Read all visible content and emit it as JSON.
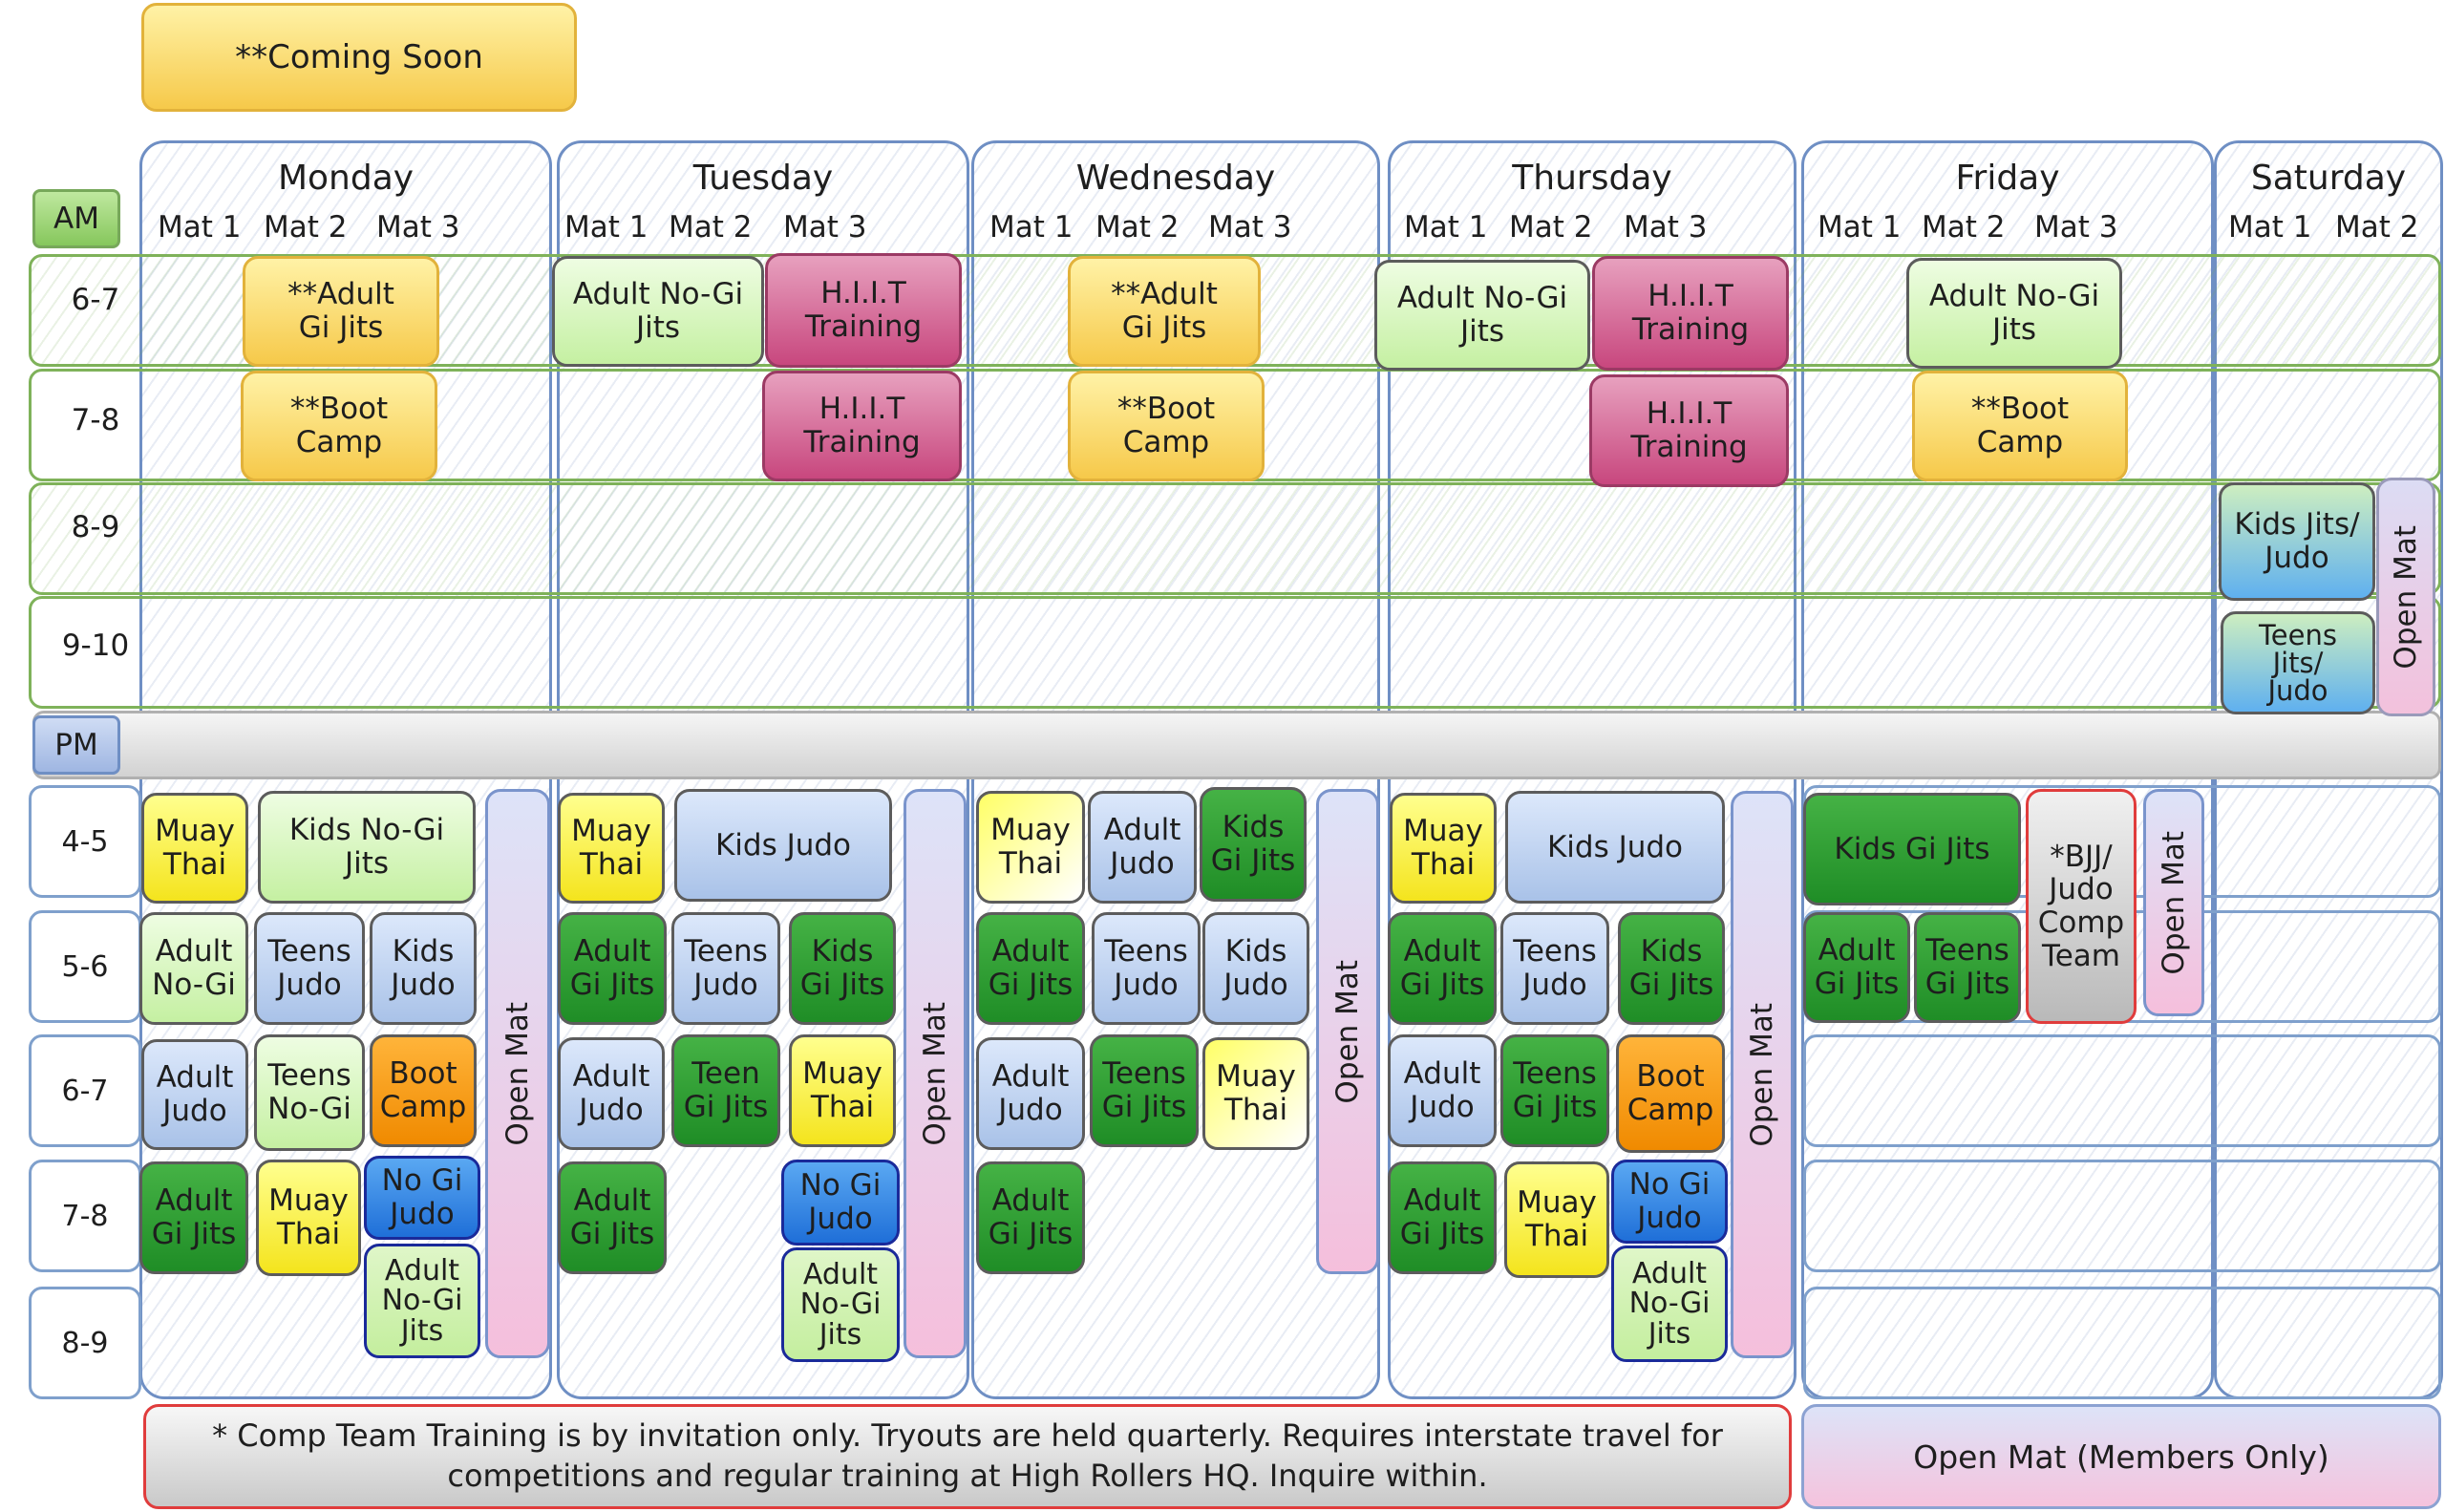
{
  "legend": {
    "coming_soon": "**Coming Soon"
  },
  "periods": {
    "am": "AM",
    "pm": "PM"
  },
  "days": [
    {
      "name": "Monday",
      "mats": [
        "Mat 1",
        "Mat 2",
        "Mat 3"
      ]
    },
    {
      "name": "Tuesday",
      "mats": [
        "Mat 1",
        "Mat 2",
        "Mat 3"
      ]
    },
    {
      "name": "Wednesday",
      "mats": [
        "Mat 1",
        "Mat 2",
        "Mat 3"
      ]
    },
    {
      "name": "Thursday",
      "mats": [
        "Mat 1",
        "Mat 2",
        "Mat 3"
      ]
    },
    {
      "name": "Friday",
      "mats": [
        "Mat 1",
        "Mat 2",
        "Mat 3"
      ]
    },
    {
      "name": "Saturday",
      "mats": [
        "Mat 1",
        "Mat 2"
      ]
    }
  ],
  "am_times": [
    "6-7",
    "7-8",
    "8-9",
    "9-10"
  ],
  "pm_times": [
    "4-5",
    "5-6",
    "6-7",
    "7-8",
    "8-9"
  ],
  "classes": {
    "adult_gi_jits_cs": "**Adult\nGi Jits",
    "boot_camp_cs": "**Boot\nCamp",
    "adult_nogi_jits": "Adult No-Gi\nJits",
    "hiit": "H.I.I.T\nTraining",
    "kids_jits_judo": "Kids Jits/\nJudo",
    "teens_jits_judo": "Teens\nJits/\nJudo",
    "open_mat": "Open Mat",
    "muay_thai": "Muay\nThai",
    "kids_nogi_jits": "Kids No-Gi\nJits",
    "kids_judo": "Kids Judo",
    "kids_judo_2": "Kids\nJudo",
    "adult_nogi": "Adult\nNo-Gi",
    "teens_judo": "Teens\nJudo",
    "adult_judo": "Adult\nJudo",
    "teens_nogi": "Teens\nNo-Gi",
    "boot_camp": "Boot\nCamp",
    "adult_gi_jits": "Adult\nGi Jits",
    "kids_gi_jits": "Kids\nGi Jits",
    "kids_gi_jits_wide": "Kids Gi Jits",
    "teen_gi_jits": "Teen\nGi Jits",
    "teens_gi_jits": "Teens\nGi Jits",
    "nogi_judo": "No Gi\nJudo",
    "adult_nogi_jits_3": "Adult\nNo-Gi\nJits",
    "bjj_comp": "*BJJ/\nJudo\nComp\nTeam"
  },
  "footer": {
    "note": "* Comp Team Training is by invitation only. Tryouts are held quarterly. Requires interstate travel for\ncompetitions and regular training at High Rollers HQ. Inquire within.",
    "open_mat_members": "Open Mat (Members Only)"
  }
}
